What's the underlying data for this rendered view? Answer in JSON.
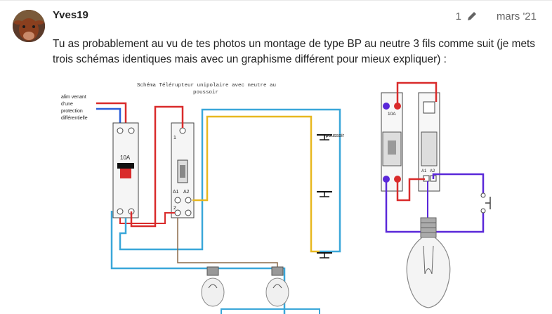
{
  "post": {
    "username": "Yves19",
    "edit_count": "1",
    "date": "mars '21",
    "text": "Tu as probablement au vu de tes photos un montage de type BP au neutre 3 fils comme suit (je mets trois schémas identiques mais avec un graphisme différent pour mieux expliquer) :"
  },
  "diagram_left": {
    "title_line1": "Schéma Télérupteur  unipolaire avec neutre au",
    "title_line2": "poussoir",
    "alim_lines": [
      "alim venant",
      "d'une",
      "protection",
      "différentielle"
    ],
    "breaker_rating": "10A",
    "relay_label_1": "1",
    "relay_label_a1": "A1",
    "relay_label_a2": "A2",
    "relay_label_2": "2",
    "pushbutton_label": "poussoir"
  },
  "diagram_right": {
    "breaker_rating": "10A",
    "relay_label_a1": "A1",
    "relay_label_a2": "A2"
  }
}
